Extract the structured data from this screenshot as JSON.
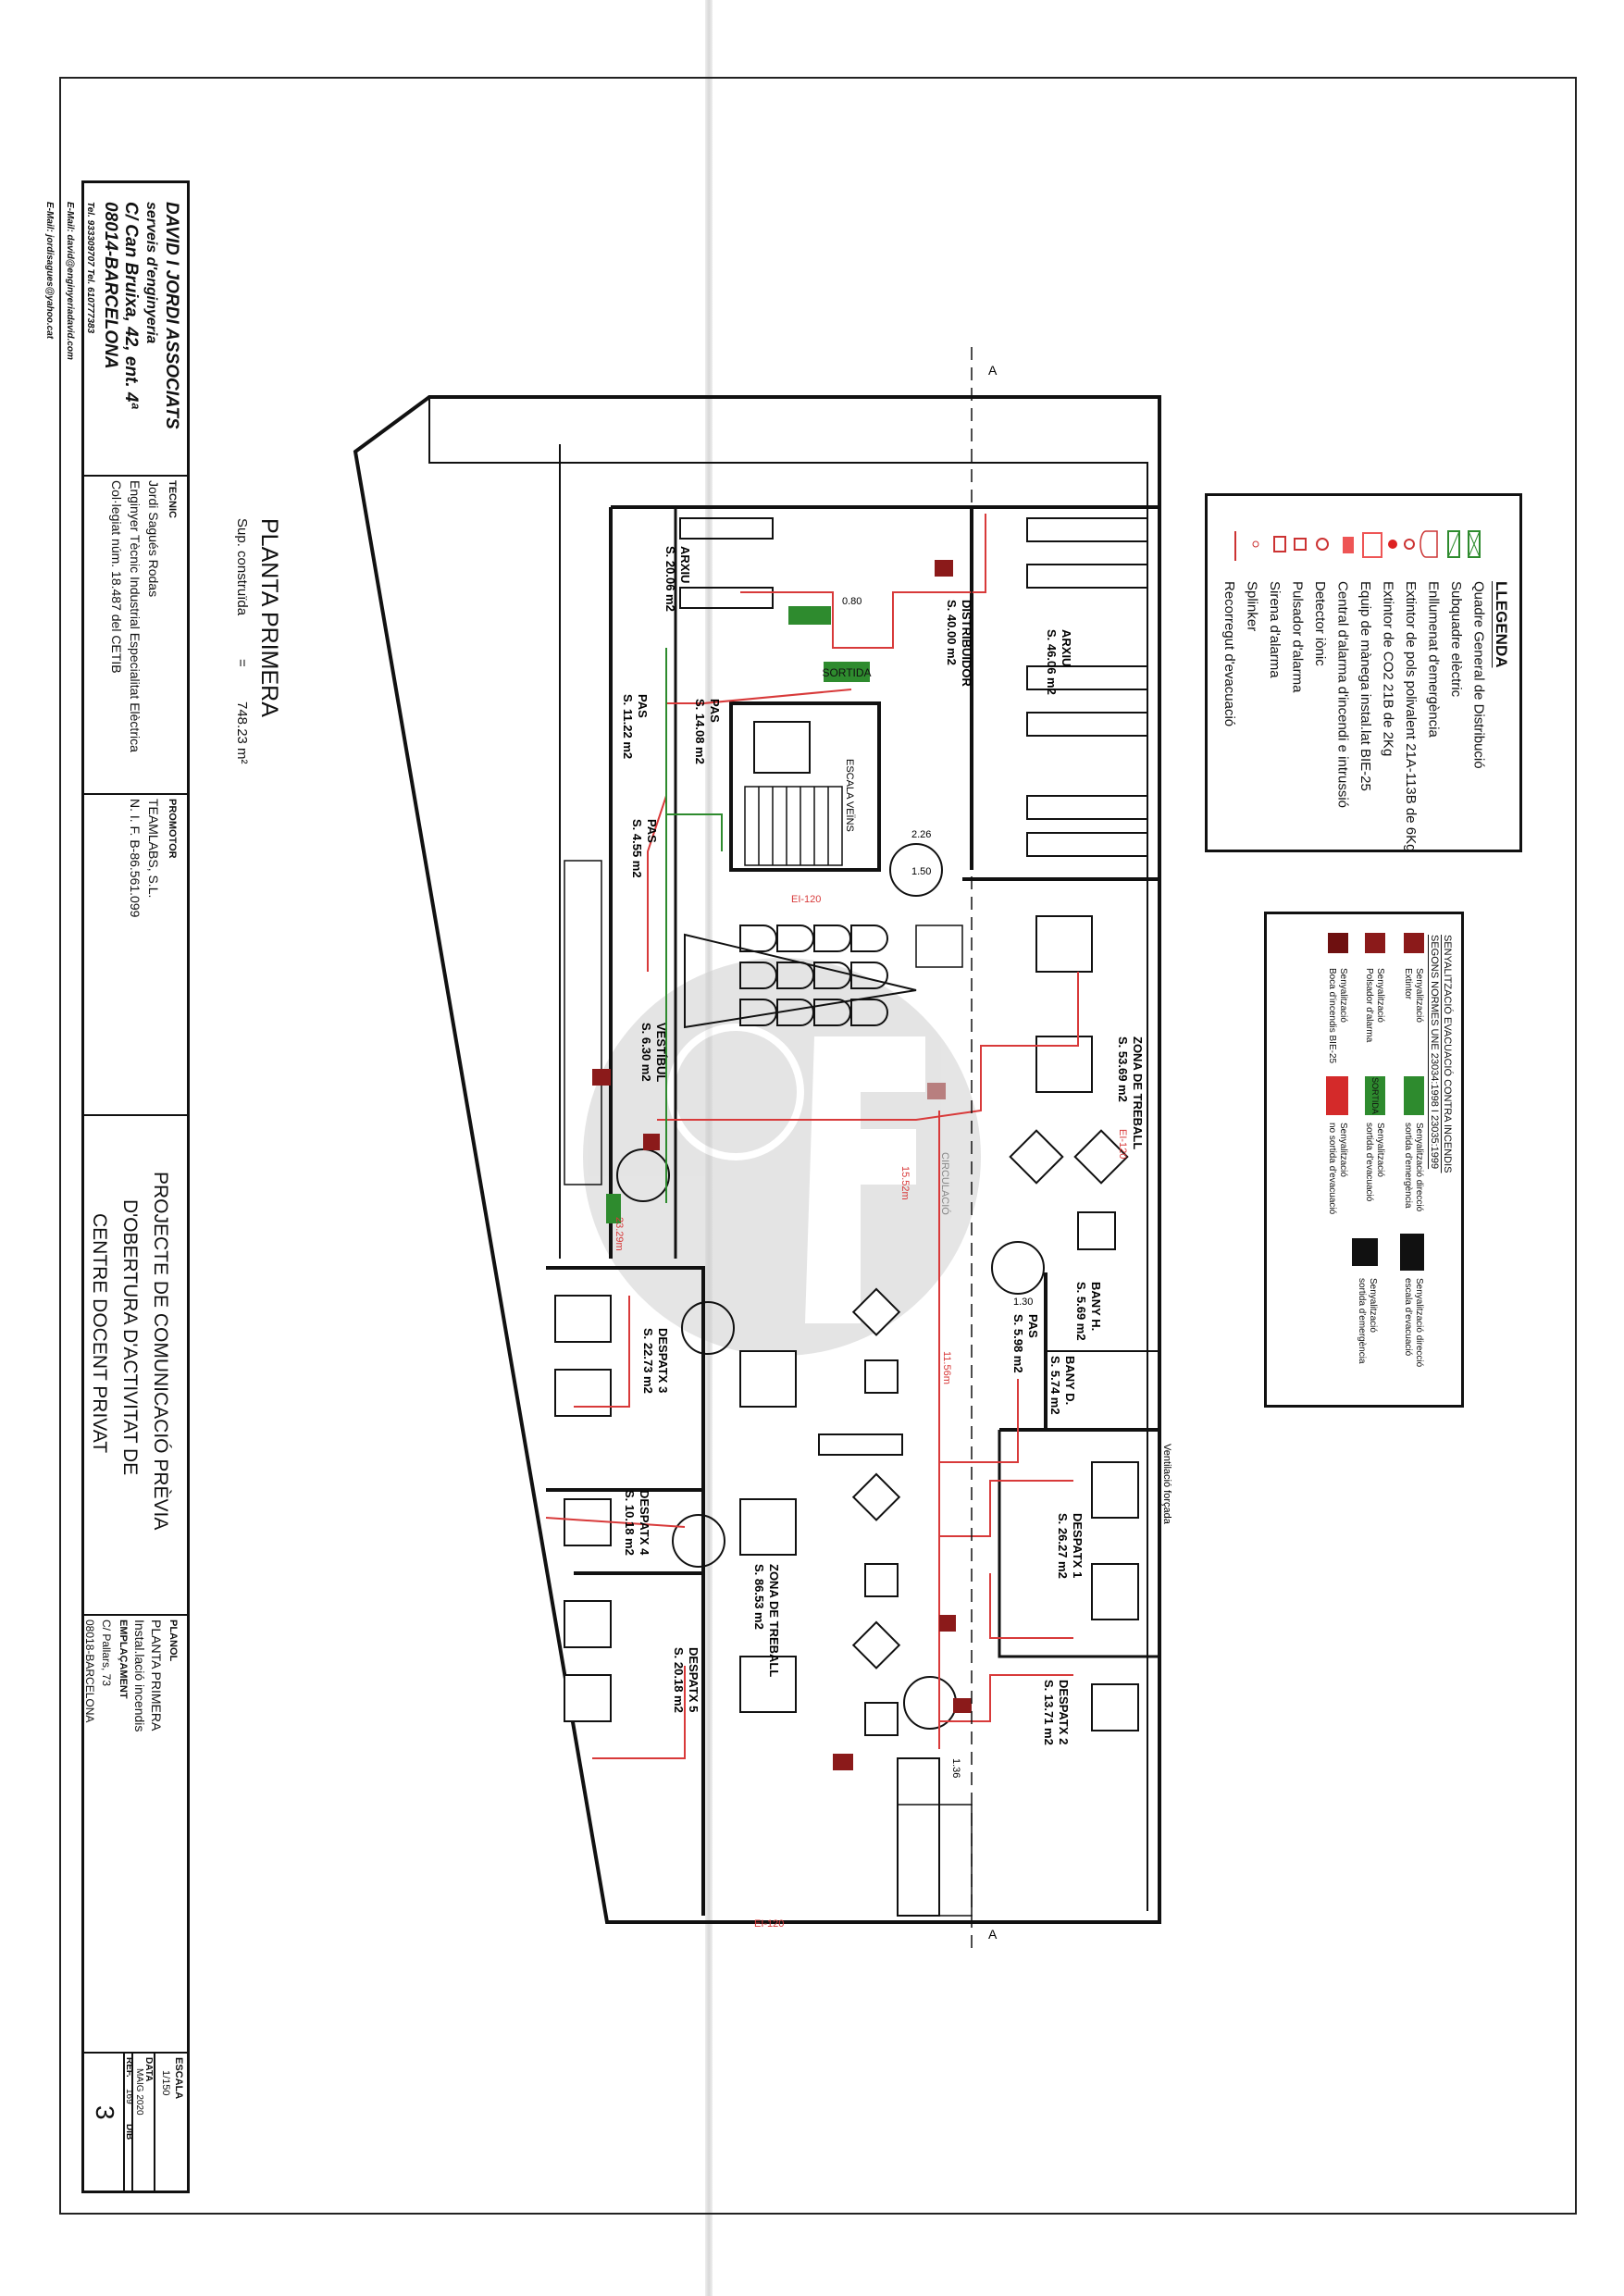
{
  "title_block": {
    "company": {
      "name": "DAVID I JORDI ASSOCIATS",
      "subtitle": "serveis d'enginyeria",
      "address": "C/ Can Bruixa, 42, ent. 4ª",
      "city": "08014-BARCELONA",
      "phones": "Tel. 933309707  Tel. 610777383",
      "email1": "E-Mail: david@enginyeriadavid.com",
      "email2": "E-Mail: jordisagues@yahoo.cat"
    },
    "tecnic": {
      "label": "TECNIC",
      "name": "Jordi Sagués Rodas",
      "role": "Enginyer Tècnic Industrial Especialitat Elèctrica",
      "college": "Col·legiat núm. 18.487 del CETIB"
    },
    "promotor": {
      "label": "PROMOTOR",
      "name": "TEAMLABS, S.L.",
      "nif": "N. I. F. B-86.561.099"
    },
    "project": {
      "line1": "PROJECTE DE COMUNICACIÓ PRÈVIA",
      "line2": "D'OBERTURA D'ACTIVITAT DE",
      "line3": "CENTRE DOCENT PRIVAT"
    },
    "planol": {
      "label": "PLANOL",
      "line1": "PLANTA PRIMERA",
      "line2": "Instal.lació incendis"
    },
    "emplacament": {
      "label": "EMPLAÇAMENT",
      "line1": "C/ Pallars, 73",
      "line2": "08018-BARCELONA"
    },
    "escala": {
      "label": "ESCALA",
      "value": "1/150"
    },
    "data": {
      "label": "DATA",
      "value": "MAIG 2020"
    },
    "ref": {
      "label": "REF.",
      "value": "169",
      "dib": "DIB"
    },
    "sheet_number": "3"
  },
  "plan_header": {
    "title": "PLANTA PRIMERA",
    "surface_label": "Sup. construïda",
    "surface_eq": "=",
    "surface_value": "748.23 m²"
  },
  "legend": {
    "title": "LLEGENDA",
    "items": [
      {
        "icon": "panel-cross-icon",
        "label": "Quadre General de Distribució"
      },
      {
        "icon": "panel-slash-icon",
        "label": "Subquadre elèctric"
      },
      {
        "icon": "emergency-light-icon",
        "label": "Enllumenat d'emergència"
      },
      {
        "icon": "extinguisher-icon",
        "label": "Extintor de pols polivalent 21A-113B de 6Kg"
      },
      {
        "icon": "co2-extinguisher-icon",
        "label": "Extintor de CO2 21B de 2Kg"
      },
      {
        "icon": "fire-hose-icon",
        "label": "Equip de mànega instal.lat BIE-25"
      },
      {
        "icon": "alarm-panel-icon",
        "label": "Central d'alarma d'incendi e intrussió"
      },
      {
        "icon": "smoke-detector-icon",
        "label": "Detector iònic"
      },
      {
        "icon": "alarm-button-icon",
        "label": "Pulsador d'alarma"
      },
      {
        "icon": "siren-icon",
        "label": "Sirena d'alarma"
      },
      {
        "icon": "sprinkler-icon",
        "label": "Splinker"
      },
      {
        "icon": "evacuation-route-icon",
        "label": "Recorregut d'evacuació"
      }
    ]
  },
  "signage": {
    "title1": "SENYALITZACIÓ EVACUACIÓ CONTRA INCENDIS",
    "title2": "SEGONS NORMES UNE 23034:1998 I 23035:1999",
    "items": [
      {
        "l1": "Senyalització",
        "l2": "Extintor",
        "color": "#8b1a1a"
      },
      {
        "l1": "Senyalització",
        "l2": "Polsador d'alarma",
        "color": "#8b1a1a"
      },
      {
        "l1": "Senyalització",
        "l2": "Boca d'incendis BIE-25",
        "color": "#8b1a1a"
      },
      {
        "l1": "Senyalització direcció",
        "l2": "sortida d'emergència",
        "color": "#2e8b2e"
      },
      {
        "l1": "Senyalització",
        "l2": "sortida d'evacuació",
        "color": "#2e8b2e",
        "sign_text": "SORTIDA"
      },
      {
        "l1": "Senyalització",
        "l2": "no sortida d'evacuació",
        "color": "#d42a2a"
      },
      {
        "l1": "Senyalització direcció",
        "l2": "escala d'evacuació",
        "color": "#111111"
      },
      {
        "l1": "Senyalització",
        "l2": "sortida d'emergència",
        "color": "#111111"
      }
    ]
  },
  "rooms": [
    {
      "name": "ARXIU",
      "area": "S. 46.06 m2"
    },
    {
      "name": "DISTRIBUIDOR",
      "area": "S. 40.00 m2"
    },
    {
      "name": "ARXIU",
      "area": "S. 20.06 m2"
    },
    {
      "name": "PAS",
      "area": "S. 14.08 m2"
    },
    {
      "name": "PAS",
      "area": "S. 11.22 m2"
    },
    {
      "name": "PAS",
      "area": "S. 4.55 m2"
    },
    {
      "name": "VESTÍBUL",
      "area": "S. 6.30 m2"
    },
    {
      "name": "ZONA DE TREBALL",
      "area": "S. 53.69 m2"
    },
    {
      "name": "BANY H.",
      "area": "S. 5.69 m2"
    },
    {
      "name": "PAS",
      "area": "S. 5.98 m2"
    },
    {
      "name": "BANY D.",
      "area": "S. 5.74 m2"
    },
    {
      "name": "DESPATX 1",
      "area": "S. 26.27 m2"
    },
    {
      "name": "DESPATX 2",
      "area": "S. 13.71 m2"
    },
    {
      "name": "DESPATX 3",
      "area": "S. 22.73 m2"
    },
    {
      "name": "DESPATX 4",
      "area": "S. 10.18 m2"
    },
    {
      "name": "DESPATX 5",
      "area": "S. 20.18 m2"
    },
    {
      "name": "ZONA DE TREBALL",
      "area": "S. 86.53 m2"
    }
  ],
  "annotations": {
    "stair": "ESCALA VEÏNS",
    "dim_226": "2.26",
    "dim_130": "1.30",
    "dim_136": "1.36",
    "door": "0.80",
    "turn": "1.50",
    "fire_rating": "EI-120",
    "circulation": "CIRCULACIÓ",
    "dist1": "23.29m",
    "dist2": "15.52m",
    "dist3": "11.56m",
    "ventilation": "Ventilació forçada",
    "sortida": "SORTIDA",
    "section_mark": "A"
  },
  "colors": {
    "evac": "#d83a3a",
    "green": "#2e8b2e",
    "dark_red": "#8b1a1a",
    "wall": "#111111",
    "watermark": "#cfcfcf"
  }
}
